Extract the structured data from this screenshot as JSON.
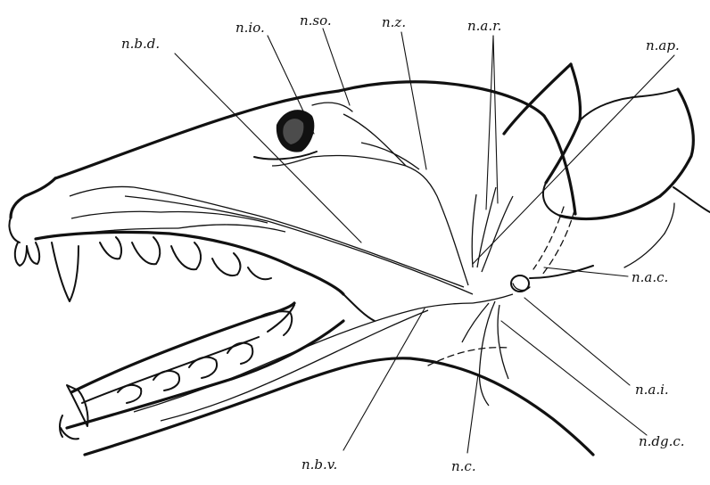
{
  "labels": {
    "nbd": "n.b.d.",
    "nio": "n.io.",
    "nso": "n.so.",
    "nz": "n.z.",
    "nar": "n.a.r.",
    "nap": "n.ap.",
    "nac": "n.a.c.",
    "nai": "n.a.i.",
    "ndgc": "n.dg.c.",
    "nc": "n.c.",
    "nbv": "n.b.v."
  }
}
